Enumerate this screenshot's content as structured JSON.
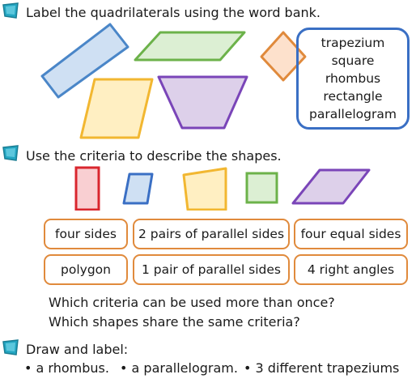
{
  "section1": {
    "instruction": "Label the quadrilaterals using the word bank.",
    "word_bank": [
      "trapezium",
      "square",
      "rhombus",
      "rectangle",
      "parallelogram"
    ]
  },
  "section2": {
    "instruction": "Use the criteria to describe the shapes.",
    "criteria_row1": [
      "four sides",
      "2 pairs of parallel sides",
      "four equal sides"
    ],
    "criteria_row2": [
      "polygon",
      "1 pair of parallel sides",
      "4 right angles"
    ],
    "question1": "Which criteria can be used more than once?",
    "question2": "Which shapes share the same criteria?"
  },
  "section3": {
    "instruction": "Draw and label:",
    "items": [
      "• a rhombus.",
      "• a parallelogram.",
      "• 3 different trapeziums"
    ]
  },
  "colors": {
    "blue": "#3a6fc4",
    "orange": "#e08a3c",
    "teal": "#1f8fa8"
  }
}
